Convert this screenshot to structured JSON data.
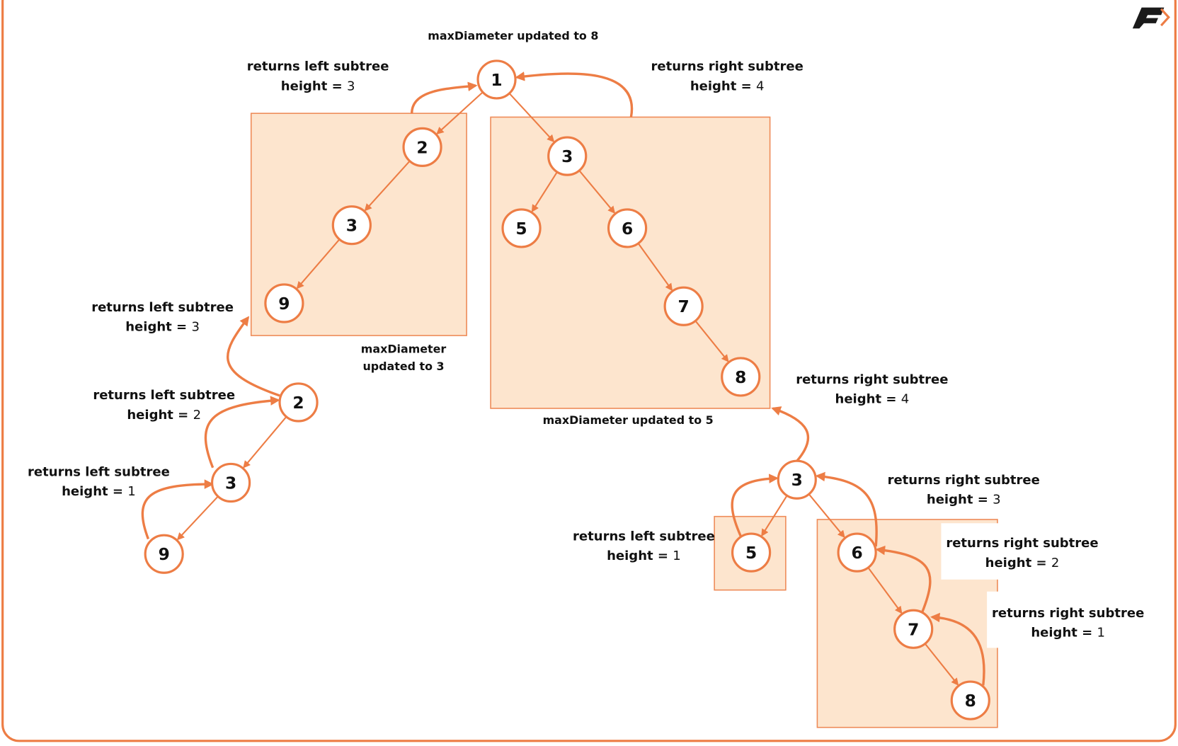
{
  "colors": {
    "accent": "#ED7D45",
    "box_fill": "#FDE5CE",
    "box_stroke": "#EE8B58",
    "text": "#111111",
    "logo_dark": "#1A1A1A"
  },
  "logo": {
    "letter": "F"
  },
  "annotations": {
    "root_update": "maxDiameter updated to 8",
    "left_update_line1": "maxDiameter",
    "left_update_line2": "updated to 3",
    "right_update": "maxDiameter updated to 5"
  },
  "labels": [
    {
      "id": "top-left",
      "line1": "returns left subtree",
      "prefix": "height = ",
      "value": "3"
    },
    {
      "id": "top-right",
      "line1": "returns right subtree",
      "prefix": "height = ",
      "value": "4"
    },
    {
      "id": "left-a",
      "line1": "returns left subtree",
      "prefix": "height = ",
      "value": "3"
    },
    {
      "id": "left-b",
      "line1": "returns left subtree",
      "prefix": "height = ",
      "value": "2"
    },
    {
      "id": "left-c",
      "line1": "returns left subtree",
      "prefix": "height = ",
      "value": "1"
    },
    {
      "id": "right-a",
      "line1": "returns right subtree",
      "prefix": "height = ",
      "value": "4"
    },
    {
      "id": "right-b",
      "line1": "returns right subtree",
      "prefix": "height = ",
      "value": "3"
    },
    {
      "id": "right-c",
      "line1": "returns left subtree",
      "prefix": "height = ",
      "value": "1"
    },
    {
      "id": "right-d",
      "line1": "returns right subtree",
      "prefix": "height = ",
      "value": "2"
    },
    {
      "id": "right-e",
      "line1": "returns right subtree",
      "prefix": "height = ",
      "value": "1"
    }
  ],
  "nodes": [
    {
      "id": "root",
      "value": "1"
    },
    {
      "id": "l2",
      "value": "2"
    },
    {
      "id": "l3",
      "value": "3"
    },
    {
      "id": "l9",
      "value": "9"
    },
    {
      "id": "r3",
      "value": "3"
    },
    {
      "id": "r5",
      "value": "5"
    },
    {
      "id": "r6",
      "value": "6"
    },
    {
      "id": "r7",
      "value": "7"
    },
    {
      "id": "r8",
      "value": "8"
    },
    {
      "id": "bl2",
      "value": "2"
    },
    {
      "id": "bl3",
      "value": "3"
    },
    {
      "id": "bl9",
      "value": "9"
    },
    {
      "id": "br3",
      "value": "3"
    },
    {
      "id": "br5",
      "value": "5"
    },
    {
      "id": "br6",
      "value": "6"
    },
    {
      "id": "br7",
      "value": "7"
    },
    {
      "id": "br8",
      "value": "8"
    }
  ]
}
